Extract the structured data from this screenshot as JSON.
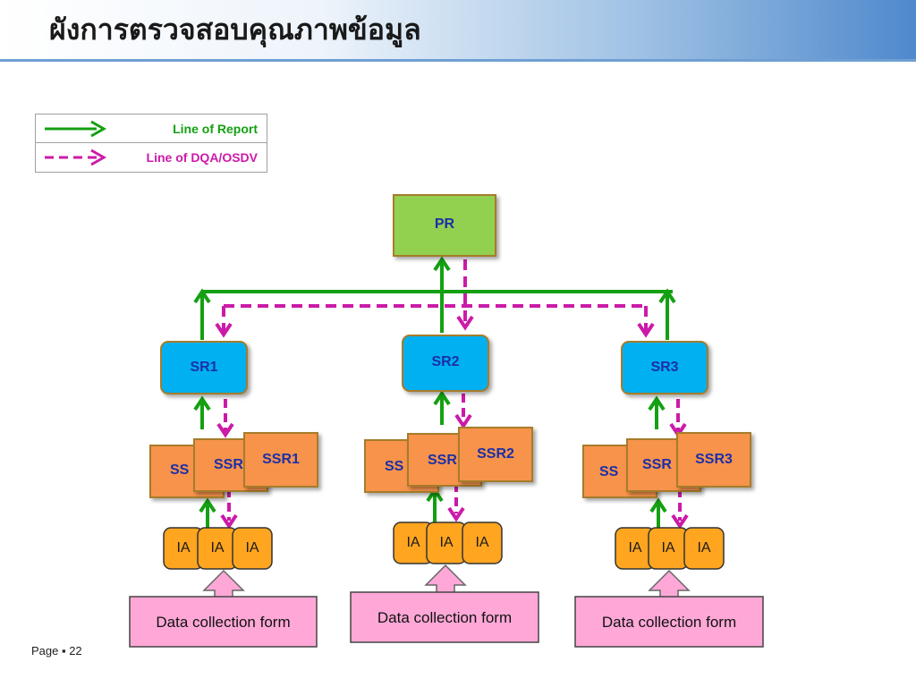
{
  "title": "ผังการตรวจสอบคุณภาพข้อมูล",
  "legend": {
    "report": "Line of Report",
    "dqa": "Line of DQA/OSDV"
  },
  "colors": {
    "report": "#14a012",
    "dqa": "#cc1aa8",
    "pr_fill": "#92d050",
    "sr_fill": "#00b0f0",
    "ssr_fill": "#f7934c",
    "ia_fill": "#ffa51f",
    "form_fill": "#ffa8d8",
    "label_text": "#1c2fa8"
  },
  "nodes": {
    "pr": "PR",
    "sr": [
      "SR1",
      "SR2",
      "SR3"
    ],
    "ssr": [
      {
        "back": "SS",
        "mid": "SSR",
        "front": "SSR1"
      },
      {
        "back": "SS",
        "mid": "SSR",
        "front": "SSR2"
      },
      {
        "back": "SS",
        "mid": "SSR",
        "front": "SSR3"
      }
    ],
    "ia": "IA",
    "form": "Data collection form"
  },
  "footer": {
    "page_label": "Page ▪ 22"
  }
}
